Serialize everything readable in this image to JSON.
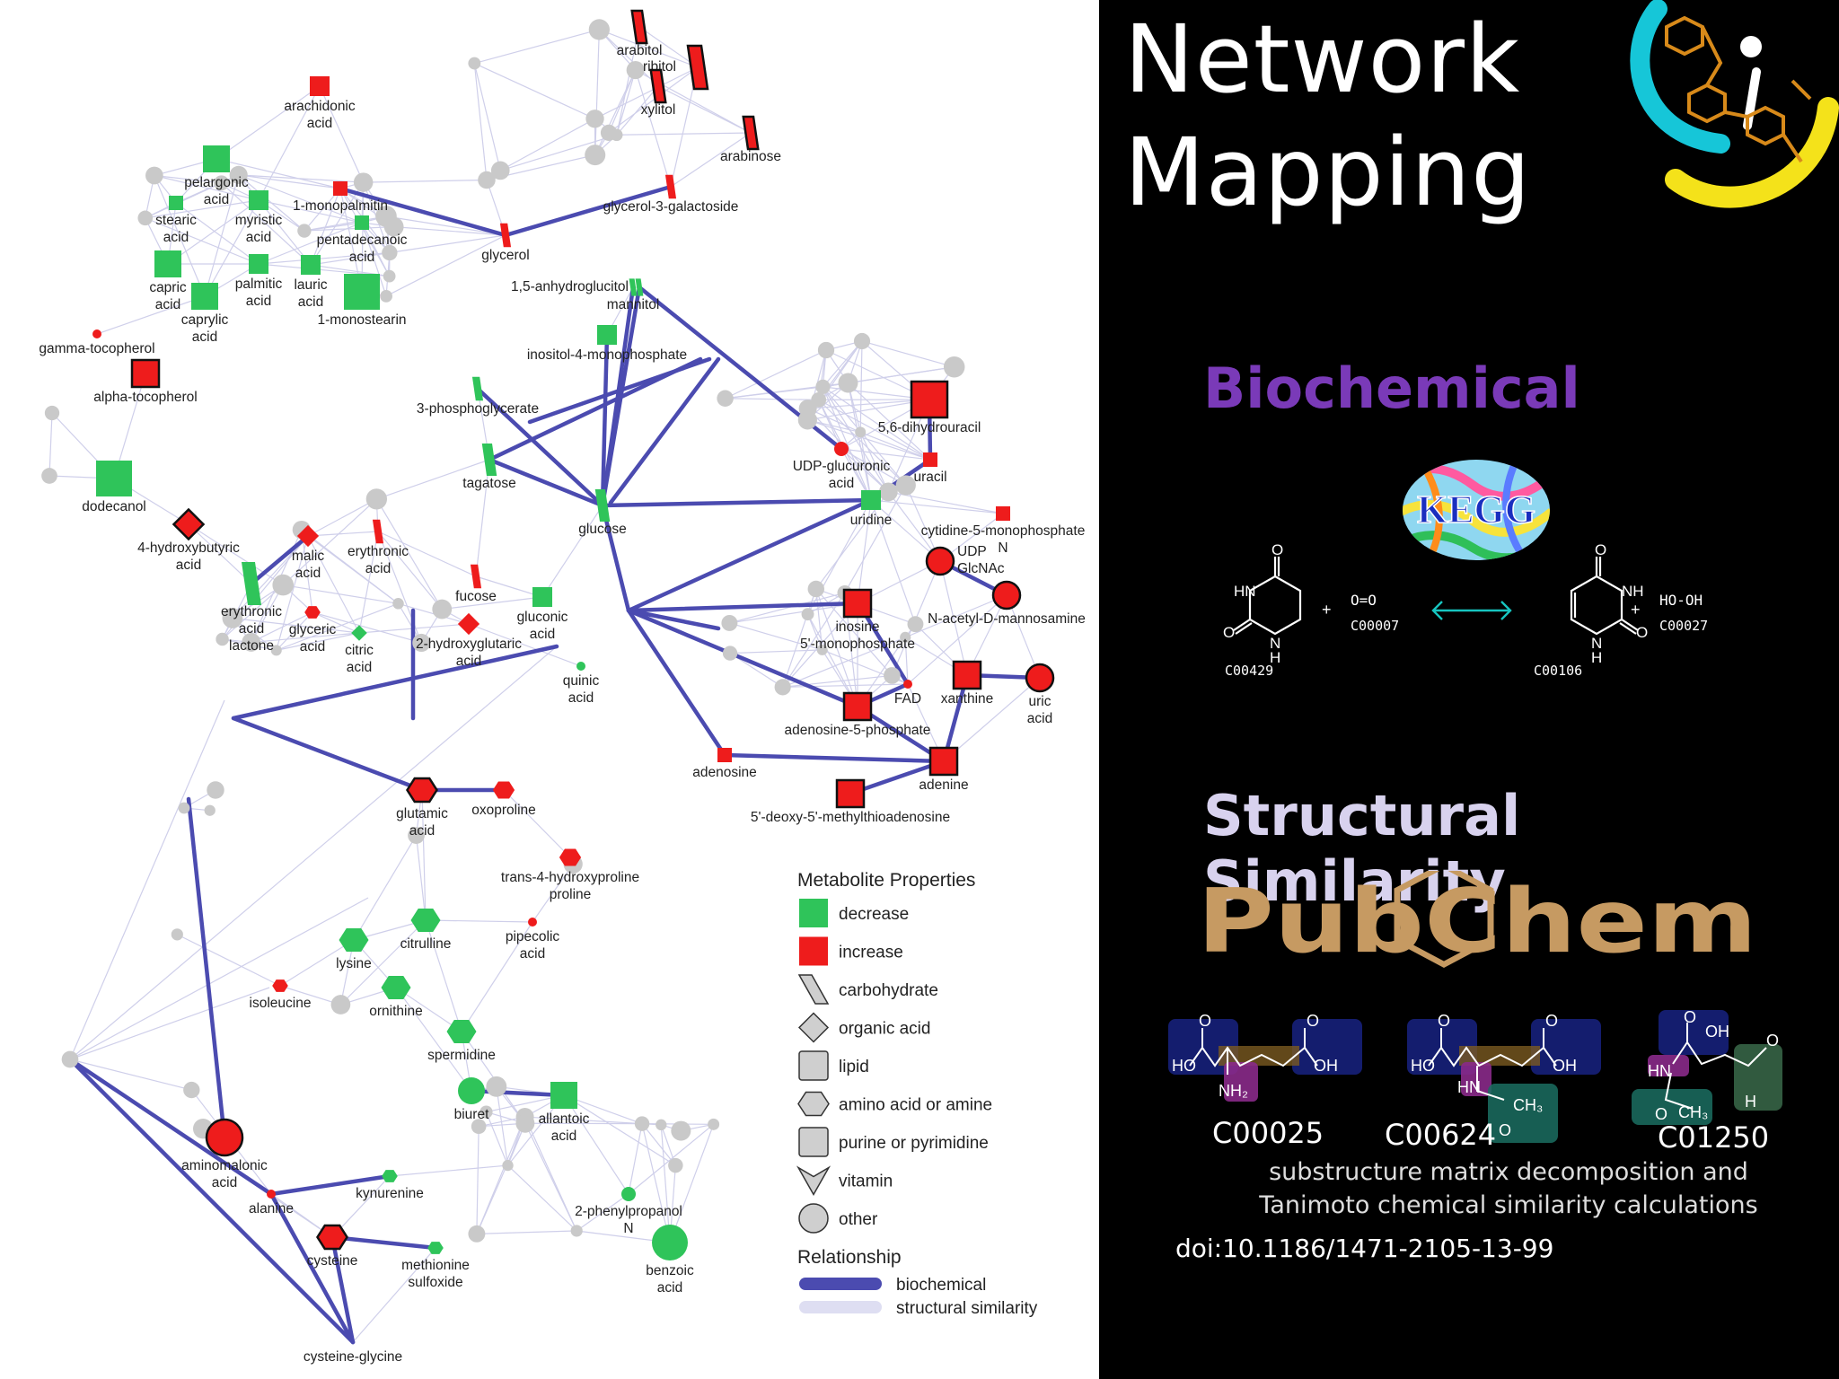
{
  "title": {
    "line1": "Network",
    "line2": "Mapping"
  },
  "biochemical_heading": "Biochemical",
  "structural_heading": "Structural Similarity",
  "colors": {
    "decrease": "#2fc45a",
    "increase": "#ee1c1c",
    "other": "#c9c9c9",
    "biochemical_edge": "#4b4bb0",
    "structural_edge": "#cfcfea",
    "biochemical_heading": "#7a3ab8",
    "structural_heading": "#d8d2ee",
    "pubchem": "#c69a62"
  },
  "kegg": {
    "logo_text": "KEGG",
    "reaction": {
      "left_compound": "C00429",
      "oxygen_formula": "O=O",
      "oxygen_id": "C00007",
      "right_compound": "C00106",
      "peroxide_formula": "HO-OH",
      "peroxide_id": "C00027",
      "plus": "+"
    }
  },
  "pubchem": {
    "logo_text": "PubChem",
    "compounds": [
      "C00025",
      "C00624",
      "C01250"
    ],
    "caption_line1": "substructure matrix decomposition and",
    "caption_line2": "Tanimoto chemical similarity calculations"
  },
  "doi": "doi:10.1186/1471-2105-13-99",
  "legend": {
    "title": "Metabolite Properties",
    "items": [
      {
        "label": "decrease",
        "icon": "green-square"
      },
      {
        "label": "increase",
        "icon": "red-square"
      },
      {
        "label": "carbohydrate",
        "icon": "parallelogram"
      },
      {
        "label": "organic acid",
        "icon": "diamond"
      },
      {
        "label": "lipid",
        "icon": "square"
      },
      {
        "label": "amino acid or amine",
        "icon": "hexagon"
      },
      {
        "label": "purine or pyrimidine",
        "icon": "square"
      },
      {
        "label": "vitamin",
        "icon": "v-shape"
      },
      {
        "label": "other",
        "icon": "circle"
      }
    ],
    "relationship_title": "Relationship",
    "relationships": [
      {
        "label": "biochemical"
      },
      {
        "label": "structural similarity"
      }
    ]
  },
  "network": {
    "nodes": [
      {
        "id": "arabitol",
        "lines": [
          "arabitol"
        ],
        "shape": "para",
        "color": "increase",
        "size": "m"
      },
      {
        "id": "ribitol",
        "lines": [
          "ribitol"
        ],
        "shape": "para",
        "color": "increase",
        "size": "l"
      },
      {
        "id": "xylitol",
        "lines": [
          "xylitol"
        ],
        "shape": "para",
        "color": "increase",
        "size": "m"
      },
      {
        "id": "arabinose",
        "lines": [
          "arabinose"
        ],
        "shape": "para",
        "color": "increase",
        "size": "m"
      },
      {
        "id": "g3g",
        "lines": [
          "glycerol-3-galactoside"
        ],
        "shape": "para",
        "color": "increase",
        "size": "s"
      },
      {
        "id": "glycerol",
        "lines": [
          "glycerol"
        ],
        "shape": "para",
        "color": "increase",
        "size": "s"
      },
      {
        "id": "anhydro",
        "lines": [
          "1,5-anhydroglucitol"
        ],
        "shape": "para",
        "color": "decrease",
        "size": "xs"
      },
      {
        "id": "mannitol",
        "lines": [
          "mannitol"
        ],
        "shape": "para",
        "color": "decrease",
        "size": "xs"
      },
      {
        "id": "inositol",
        "lines": [
          "inositol-4-monophosphate"
        ],
        "shape": "square",
        "color": "decrease",
        "size": "s"
      },
      {
        "id": "pg3",
        "lines": [
          "3-phosphoglycerate"
        ],
        "shape": "para",
        "color": "decrease",
        "size": "s"
      },
      {
        "id": "tagatose",
        "lines": [
          "tagatose"
        ],
        "shape": "para",
        "color": "decrease",
        "size": "m"
      },
      {
        "id": "glucose",
        "lines": [
          "glucose"
        ],
        "shape": "para",
        "color": "decrease",
        "size": "m"
      },
      {
        "id": "arachidonic",
        "lines": [
          "arachidonic",
          "acid"
        ],
        "shape": "square",
        "color": "increase",
        "size": "s"
      },
      {
        "id": "pelargonic",
        "lines": [
          "pelargonic",
          "acid"
        ],
        "shape": "square",
        "color": "decrease",
        "size": "m"
      },
      {
        "id": "monopalmitin",
        "lines": [
          "1-monopalmitin"
        ],
        "shape": "square",
        "color": "increase",
        "size": "xs"
      },
      {
        "id": "stearic",
        "lines": [
          "stearic",
          "acid"
        ],
        "shape": "square",
        "color": "decrease",
        "size": "xs"
      },
      {
        "id": "myristic",
        "lines": [
          "myristic",
          "acid"
        ],
        "shape": "square",
        "color": "decrease",
        "size": "s"
      },
      {
        "id": "pentadecanoic",
        "lines": [
          "pentadecanoic",
          "acid"
        ],
        "shape": "square",
        "color": "decrease",
        "size": "xs"
      },
      {
        "id": "capric",
        "lines": [
          "capric",
          "acid"
        ],
        "shape": "square",
        "color": "decrease",
        "size": "m"
      },
      {
        "id": "palmitic",
        "lines": [
          "palmitic",
          "acid"
        ],
        "shape": "square",
        "color": "decrease",
        "size": "s"
      },
      {
        "id": "lauric",
        "lines": [
          "lauric",
          "acid"
        ],
        "shape": "square",
        "color": "decrease",
        "size": "s"
      },
      {
        "id": "monostearin",
        "lines": [
          "1-monostearin"
        ],
        "shape": "square",
        "color": "decrease",
        "size": "l"
      },
      {
        "id": "caprylic",
        "lines": [
          "caprylic",
          "acid"
        ],
        "shape": "square",
        "color": "decrease",
        "size": "m"
      },
      {
        "id": "gtoco",
        "lines": [
          "gamma-tocopherol"
        ],
        "shape": "circle",
        "color": "increase",
        "size": "xxs"
      },
      {
        "id": "atoco",
        "lines": [
          "alpha-tocopherol"
        ],
        "shape": "square",
        "color": "increase",
        "size": "m"
      },
      {
        "id": "dodecanol",
        "lines": [
          "dodecanol"
        ],
        "shape": "square",
        "color": "decrease",
        "size": "l"
      },
      {
        "id": "hb4",
        "lines": [
          "4-hydroxybutyric",
          "acid"
        ],
        "shape": "diamond",
        "color": "increase",
        "size": "m"
      },
      {
        "id": "malic",
        "lines": [
          "malic",
          "acid"
        ],
        "shape": "diamond",
        "color": "increase",
        "size": "s"
      },
      {
        "id": "erythronic",
        "lines": [
          "erythronic",
          "acid"
        ],
        "shape": "para",
        "color": "increase",
        "size": "s"
      },
      {
        "id": "erylac",
        "lines": [
          "erythronic",
          "acid",
          "lactone"
        ],
        "shape": "para",
        "color": "decrease",
        "size": "l"
      },
      {
        "id": "glyceric",
        "lines": [
          "glyceric",
          "acid"
        ],
        "shape": "hex",
        "color": "increase",
        "size": "xs"
      },
      {
        "id": "citric",
        "lines": [
          "citric",
          "acid"
        ],
        "shape": "diamond",
        "color": "decrease",
        "size": "xs"
      },
      {
        "id": "fucose",
        "lines": [
          "fucose"
        ],
        "shape": "para",
        "color": "increase",
        "size": "s"
      },
      {
        "id": "hg2",
        "lines": [
          "2-hydroxyglutaric",
          "acid"
        ],
        "shape": "diamond",
        "color": "increase",
        "size": "s"
      },
      {
        "id": "gluconic",
        "lines": [
          "gluconic",
          "acid"
        ],
        "shape": "square",
        "color": "decrease",
        "size": "s"
      },
      {
        "id": "quinic",
        "lines": [
          "quinic",
          "acid"
        ],
        "shape": "circle",
        "color": "decrease",
        "size": "xxs"
      },
      {
        "id": "dhu",
        "lines": [
          "5,6-dihydrouracil"
        ],
        "shape": "square",
        "color": "increase",
        "size": "l"
      },
      {
        "id": "udpglu",
        "lines": [
          "UDP-glucuronic",
          "acid"
        ],
        "shape": "circle",
        "color": "increase",
        "size": "xs"
      },
      {
        "id": "uracil",
        "lines": [
          "uracil"
        ],
        "shape": "square",
        "color": "increase",
        "size": "xs"
      },
      {
        "id": "uridine",
        "lines": [
          "uridine"
        ],
        "shape": "square",
        "color": "decrease",
        "size": "s"
      },
      {
        "id": "cmp",
        "lines": [
          "cytidine-5-monophosphate",
          "N"
        ],
        "shape": "square",
        "color": "increase",
        "size": "xs"
      },
      {
        "id": "udpglc",
        "lines": [
          "UDP",
          "GlcNAc"
        ],
        "shape": "circle",
        "color": "increase",
        "size": "m"
      },
      {
        "id": "nacman",
        "lines": [
          "N-acetyl-D-mannosamine"
        ],
        "shape": "circle",
        "color": "increase",
        "size": "m"
      },
      {
        "id": "imp",
        "lines": [
          "inosine",
          "5'-monophosphate"
        ],
        "shape": "square",
        "color": "increase",
        "size": "m"
      },
      {
        "id": "fad",
        "lines": [
          "FAD"
        ],
        "shape": "circle",
        "color": "increase",
        "size": "xxs"
      },
      {
        "id": "xanthine",
        "lines": [
          "xanthine"
        ],
        "shape": "square",
        "color": "increase",
        "size": "m"
      },
      {
        "id": "uric",
        "lines": [
          "uric",
          "acid"
        ],
        "shape": "circle",
        "color": "increase",
        "size": "m"
      },
      {
        "id": "amp",
        "lines": [
          "adenosine-5-phosphate"
        ],
        "shape": "square",
        "color": "increase",
        "size": "m"
      },
      {
        "id": "adenosine",
        "lines": [
          "adenosine"
        ],
        "shape": "square",
        "color": "increase",
        "size": "xs"
      },
      {
        "id": "adenine",
        "lines": [
          "adenine"
        ],
        "shape": "square",
        "color": "increase",
        "size": "m"
      },
      {
        "id": "mta",
        "lines": [
          "5'-deoxy-5'-methylthioadenosine"
        ],
        "shape": "square",
        "color": "increase",
        "size": "m"
      },
      {
        "id": "glutamic",
        "lines": [
          "glutamic",
          "acid"
        ],
        "shape": "hex",
        "color": "increase",
        "size": "m"
      },
      {
        "id": "oxoproline",
        "lines": [
          "oxoproline"
        ],
        "shape": "hex",
        "color": "increase",
        "size": "s"
      },
      {
        "id": "hyp",
        "lines": [
          "trans-4-hydroxyproline",
          "proline"
        ],
        "shape": "hex",
        "color": "increase",
        "size": "s"
      },
      {
        "id": "pipecolic",
        "lines": [
          "pipecolic",
          "acid"
        ],
        "shape": "circle",
        "color": "increase",
        "size": "xxs"
      },
      {
        "id": "lysine",
        "lines": [
          "lysine"
        ],
        "shape": "hex",
        "color": "decrease",
        "size": "m"
      },
      {
        "id": "citrulline",
        "lines": [
          "citrulline"
        ],
        "shape": "hex",
        "color": "decrease",
        "size": "m"
      },
      {
        "id": "isoleucine",
        "lines": [
          "isoleucine"
        ],
        "shape": "hex",
        "color": "increase",
        "size": "xs"
      },
      {
        "id": "ornithine",
        "lines": [
          "ornithine"
        ],
        "shape": "hex",
        "color": "decrease",
        "size": "m"
      },
      {
        "id": "spermidine",
        "lines": [
          "spermidine"
        ],
        "shape": "hex",
        "color": "decrease",
        "size": "m"
      },
      {
        "id": "biuret",
        "lines": [
          "biuret"
        ],
        "shape": "circle",
        "color": "decrease",
        "size": "m"
      },
      {
        "id": "allantoic",
        "lines": [
          "allantoic",
          "acid"
        ],
        "shape": "square",
        "color": "decrease",
        "size": "m"
      },
      {
        "id": "aminomalonic",
        "lines": [
          "aminomalonic",
          "acid"
        ],
        "shape": "circle",
        "color": "increase",
        "size": "l"
      },
      {
        "id": "alanine",
        "lines": [
          "alanine"
        ],
        "shape": "circle",
        "color": "increase",
        "size": "xxs"
      },
      {
        "id": "kynurenine",
        "lines": [
          "kynurenine"
        ],
        "shape": "hex",
        "color": "decrease",
        "size": "xs"
      },
      {
        "id": "pprop",
        "lines": [
          "2-phenylpropanol",
          "N"
        ],
        "shape": "circle",
        "color": "decrease",
        "size": "xs"
      },
      {
        "id": "cysteine",
        "lines": [
          "cysteine"
        ],
        "shape": "hex",
        "color": "increase",
        "size": "m"
      },
      {
        "id": "metsulf",
        "lines": [
          "methionine",
          "sulfoxide"
        ],
        "shape": "hex",
        "color": "decrease",
        "size": "xs"
      },
      {
        "id": "benzoic",
        "lines": [
          "benzoic",
          "acid"
        ],
        "shape": "circle",
        "color": "decrease",
        "size": "l"
      },
      {
        "id": "cysgly",
        "lines": [
          "cysteine-glycine"
        ],
        "shape": "none",
        "color": "other",
        "size": "xxs"
      }
    ],
    "biochemical_edges": [
      [
        "glycerol",
        "g3g"
      ],
      [
        "glycerol",
        "monopalmitin"
      ],
      [
        "glucose",
        "inositol"
      ],
      [
        "glucose",
        "anhydro"
      ],
      [
        "glucose",
        "pg3"
      ],
      [
        "glucose",
        "mannitol"
      ],
      [
        "glucose",
        "tagatose"
      ],
      [
        "uridine",
        "uracil"
      ],
      [
        "uracil",
        "dhu"
      ],
      [
        "udpglu",
        "anhydro"
      ],
      [
        "uridine",
        "glucose"
      ],
      [
        "udpglc",
        "nacman"
      ],
      [
        "xanthine",
        "uric"
      ],
      [
        "amp",
        "adenine"
      ],
      [
        "adenosine",
        "adenine"
      ],
      [
        "adenine",
        "mta"
      ],
      [
        "amp",
        "fad"
      ],
      [
        "glutamic",
        "oxoproline"
      ],
      [
        "biuret",
        "allantoic"
      ],
      [
        "alanine",
        "kynurenine"
      ],
      [
        "cysteine",
        "cysgly"
      ],
      [
        "cysteine",
        "metsulf"
      ],
      [
        "malic",
        "erylac"
      ]
    ]
  }
}
